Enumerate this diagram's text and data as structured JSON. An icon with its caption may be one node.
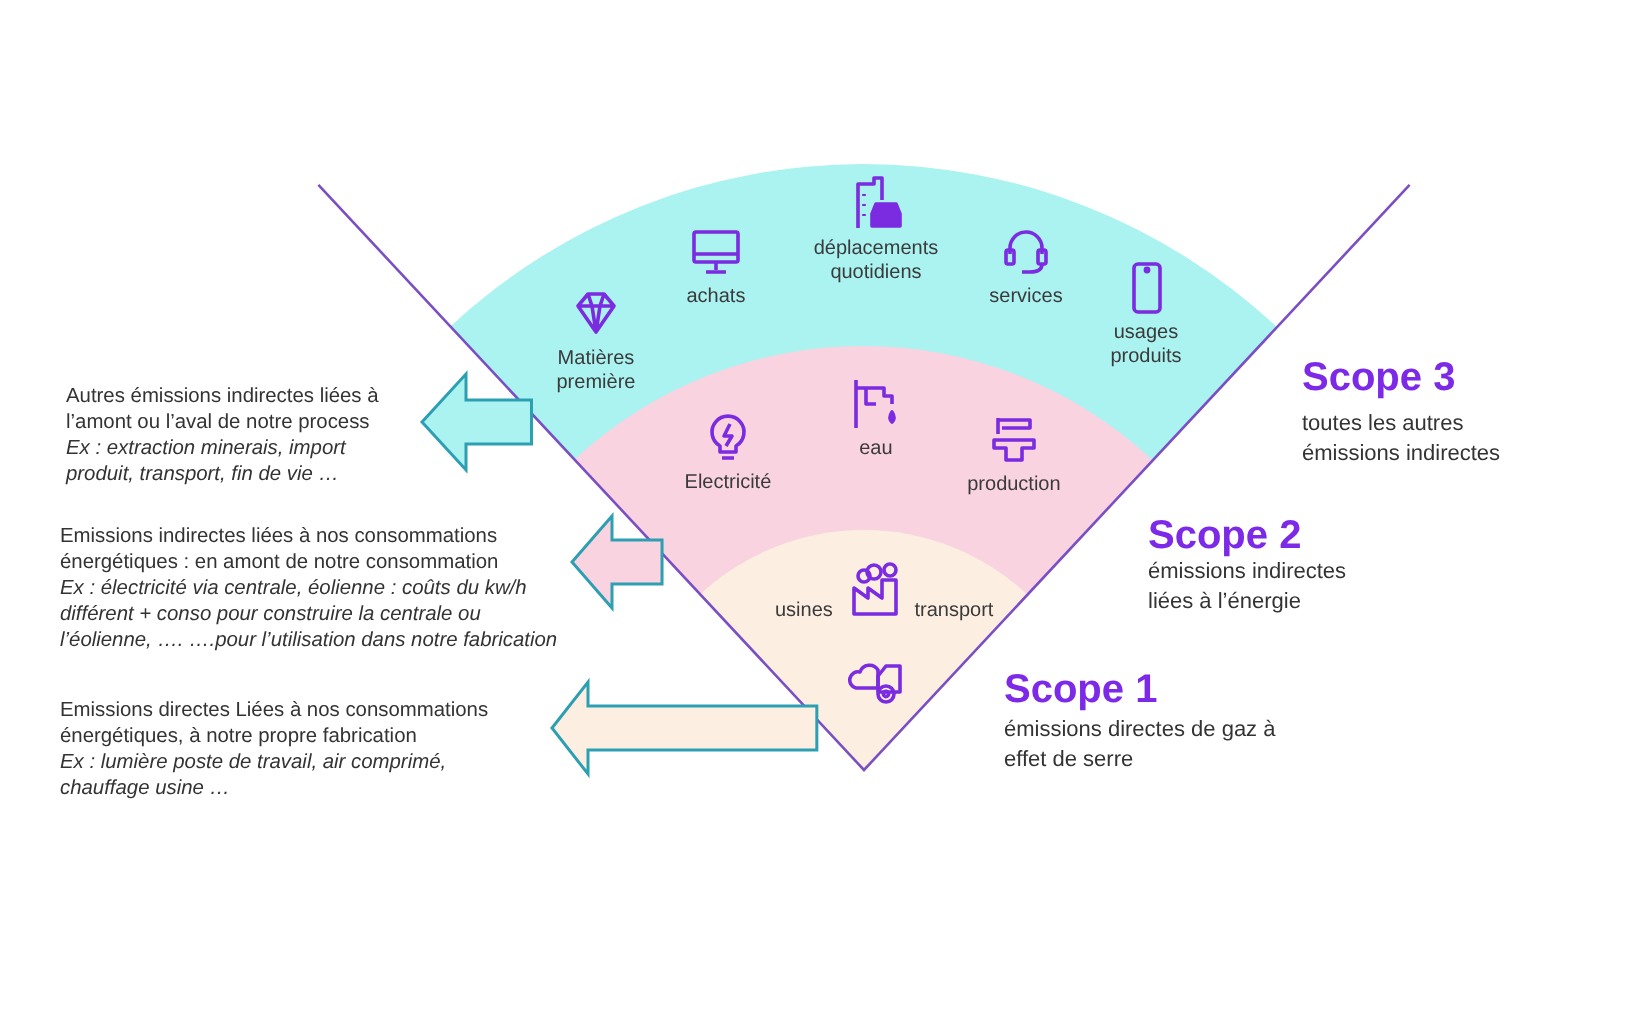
{
  "diagram": {
    "nodes": [
      {
        "text": [],
        "shape": "sector",
        "beside": [
          "Scope 3",
          "toutes les autres émissions indirectes"
        ]
      },
      {
        "text": [
          "Matières première"
        ],
        "in": 0
      },
      {
        "text": [
          "achats"
        ],
        "in": 0
      },
      {
        "text": [
          "déplacements quotidiens"
        ],
        "in": 0
      },
      {
        "text": [
          "services"
        ],
        "in": 0
      },
      {
        "text": [
          "usages produits"
        ],
        "in": 0
      },
      {
        "text": [],
        "shape": "sector",
        "in": 0,
        "beside": [
          "Scope 2",
          "émissions indirectes liées à l’énergie"
        ]
      },
      {
        "text": [
          "Electricité"
        ],
        "in": 6
      },
      {
        "text": [
          "eau"
        ],
        "in": 6
      },
      {
        "text": [
          "production"
        ],
        "in": 6
      },
      {
        "text": [],
        "shape": "sector",
        "in": 6,
        "beside": [
          "Scope 1",
          "émissions directes de gaz à effet de serre"
        ]
      },
      {
        "text": [
          "usines"
        ],
        "in": 10
      },
      {
        "text": [
          "transport"
        ],
        "in": 10
      },
      {
        "text": [
          "Autres émissions indirectes liées à l’amont ou l’aval de notre process",
          "Ex : extraction minerais, import produit, transport, fin de vie …"
        ]
      },
      {
        "text": [
          "Emissions indirectes liées à nos consommations énergétiques : en amont de notre consommation",
          "Ex : électricité via centrale, éolienne : coûts du kw/h différent + conso pour construire la centrale ou l’éolienne, …. ….pour l’utilisation dans notre fabrication"
        ]
      },
      {
        "text": [
          "Emissions directes Liées à nos consommations énergétiques, à notre propre fabrication",
          "Ex : lumière poste de travail, air comprimé, chauffage usine …"
        ]
      }
    ],
    "edges": [
      {
        "from": 0,
        "to": 13,
        "arrow": "to",
        "color": "#aaf3f1"
      },
      {
        "from": 6,
        "to": 14,
        "arrow": "to",
        "color": "#f9d3df"
      },
      {
        "from": 10,
        "to": 15,
        "arrow": "to",
        "color": "#fcefe1"
      }
    ]
  }
}
